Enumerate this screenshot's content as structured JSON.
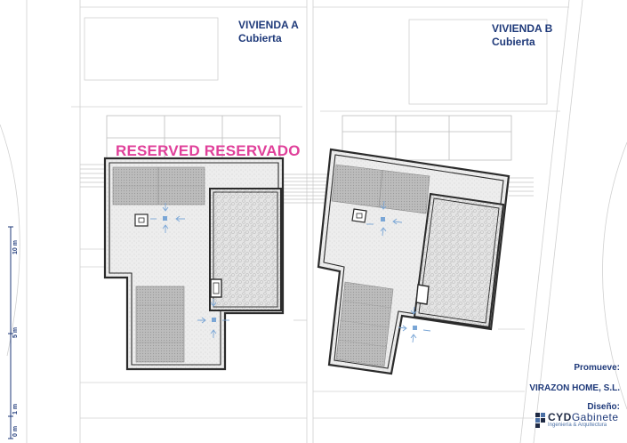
{
  "labels": {
    "vivienda_a_title": "VIVIENDA A",
    "vivienda_a_sub": "Cubierta",
    "vivienda_b_title": "VIVIENDA B",
    "vivienda_b_sub": "Cubierta",
    "watermark": "RESERVED RESERVADO"
  },
  "scale": {
    "marks": [
      "10 m",
      "5 m",
      "1 m",
      "0 m"
    ]
  },
  "credits": {
    "promueve_label": "Promueve:",
    "promueve_value": "VIRAZON HOME, S.L.",
    "diseno_label": "Diseño:",
    "logo_main_a": "CYD",
    "logo_main_b": "Gabinete",
    "logo_sub": "Ingeniería & Arquitectura"
  },
  "colors": {
    "wall": "#333333",
    "thin_line": "#c8c8c8",
    "panel": "#b8b8b8",
    "gravel": "#eeeeee",
    "label_blue": "#1f3a7a",
    "watermark_pink": "#e0409a",
    "arrow_blue": "#7aa6d6"
  }
}
